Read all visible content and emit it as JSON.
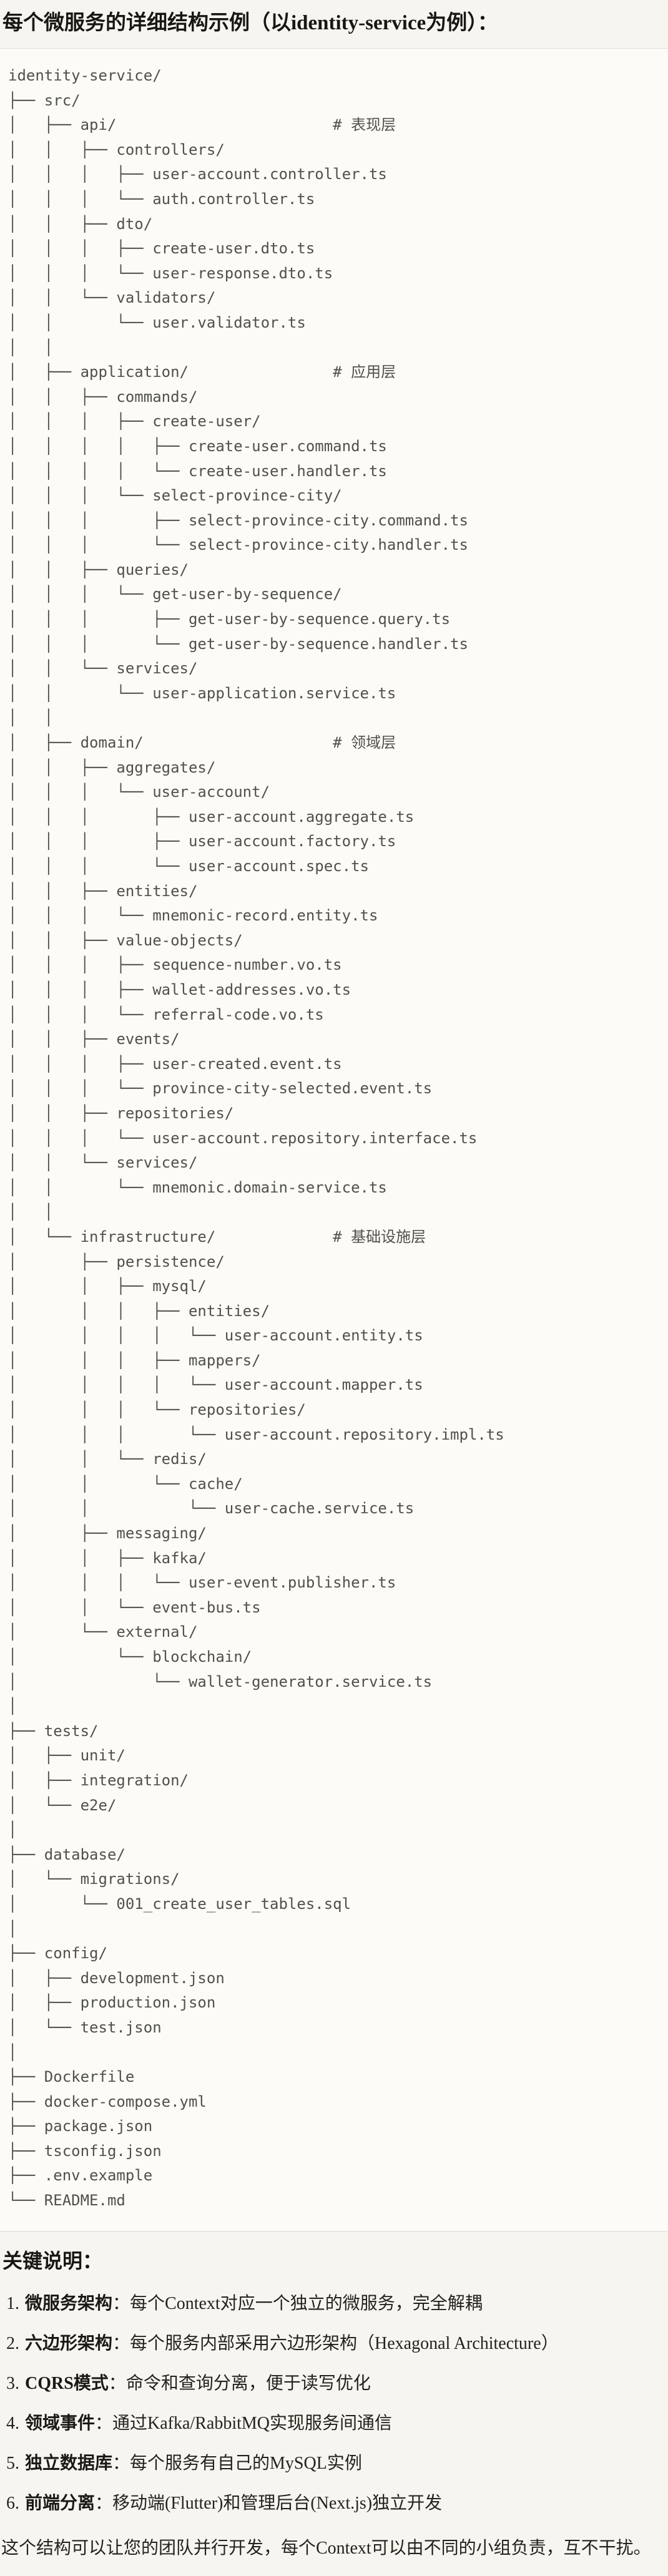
{
  "title": "每个微服务的详细结构示例（以identity-service为例）：",
  "code_block": {
    "tree_lines": [
      "identity-service/",
      "├── src/",
      "│   ├── api/                        # 表现层",
      "│   │   ├── controllers/",
      "│   │   │   ├── user-account.controller.ts",
      "│   │   │   └── auth.controller.ts",
      "│   │   ├── dto/",
      "│   │   │   ├── create-user.dto.ts",
      "│   │   │   └── user-response.dto.ts",
      "│   │   └── validators/",
      "│   │       └── user.validator.ts",
      "│   │",
      "│   ├── application/                # 应用层",
      "│   │   ├── commands/",
      "│   │   │   ├── create-user/",
      "│   │   │   │   ├── create-user.command.ts",
      "│   │   │   │   └── create-user.handler.ts",
      "│   │   │   └── select-province-city/",
      "│   │   │       ├── select-province-city.command.ts",
      "│   │   │       └── select-province-city.handler.ts",
      "│   │   ├── queries/",
      "│   │   │   └── get-user-by-sequence/",
      "│   │   │       ├── get-user-by-sequence.query.ts",
      "│   │   │       └── get-user-by-sequence.handler.ts",
      "│   │   └── services/",
      "│   │       └── user-application.service.ts",
      "│   │",
      "│   ├── domain/                     # 领域层",
      "│   │   ├── aggregates/",
      "│   │   │   └── user-account/",
      "│   │   │       ├── user-account.aggregate.ts",
      "│   │   │       ├── user-account.factory.ts",
      "│   │   │       └── user-account.spec.ts",
      "│   │   ├── entities/",
      "│   │   │   └── mnemonic-record.entity.ts",
      "│   │   ├── value-objects/",
      "│   │   │   ├── sequence-number.vo.ts",
      "│   │   │   ├── wallet-addresses.vo.ts",
      "│   │   │   └── referral-code.vo.ts",
      "│   │   ├── events/",
      "│   │   │   ├── user-created.event.ts",
      "│   │   │   └── province-city-selected.event.ts",
      "│   │   ├── repositories/",
      "│   │   │   └── user-account.repository.interface.ts",
      "│   │   └── services/",
      "│   │       └── mnemonic.domain-service.ts",
      "│   │",
      "│   └── infrastructure/             # 基础设施层",
      "│       ├── persistence/",
      "│       │   ├── mysql/",
      "│       │   │   ├── entities/",
      "│       │   │   │   └── user-account.entity.ts",
      "│       │   │   ├── mappers/",
      "│       │   │   │   └── user-account.mapper.ts",
      "│       │   │   └── repositories/",
      "│       │   │       └── user-account.repository.impl.ts",
      "│       │   └── redis/",
      "│       │       └── cache/",
      "│       │           └── user-cache.service.ts",
      "│       ├── messaging/",
      "│       │   ├── kafka/",
      "│       │   │   └── user-event.publisher.ts",
      "│       │   └── event-bus.ts",
      "│       └── external/",
      "│           └── blockchain/",
      "│               └── wallet-generator.service.ts",
      "│",
      "├── tests/",
      "│   ├── unit/",
      "│   ├── integration/",
      "│   └── e2e/",
      "│",
      "├── database/",
      "│   └── migrations/",
      "│       └── 001_create_user_tables.sql",
      "│",
      "├── config/",
      "│   ├── development.json",
      "│   ├── production.json",
      "│   └── test.json",
      "│",
      "├── Dockerfile",
      "├── docker-compose.yml",
      "├── package.json",
      "├── tsconfig.json",
      "├── .env.example",
      "└── README.md"
    ]
  },
  "notes": {
    "heading": "关键说明：",
    "items": [
      {
        "num": "1.",
        "label": "微服务架构",
        "sep": "：",
        "text": "每个Context对应一个独立的微服务，完全解耦"
      },
      {
        "num": "2.",
        "label": "六边形架构",
        "sep": "：",
        "text": "每个服务内部采用六边形架构（Hexagonal Architecture）"
      },
      {
        "num": "3.",
        "label": "CQRS模式",
        "sep": "：",
        "text": "命令和查询分离，便于读写优化"
      },
      {
        "num": "4.",
        "label": "领域事件",
        "sep": "：",
        "text": "通过Kafka/RabbitMQ实现服务间通信"
      },
      {
        "num": "5.",
        "label": "独立数据库",
        "sep": "：",
        "text": "每个服务有自己的MySQL实例"
      },
      {
        "num": "6.",
        "label": "前端分离",
        "sep": "：",
        "text": "移动端(Flutter)和管理后台(Next.js)独立开发"
      }
    ],
    "footer": "这个结构可以让您的团队并行开发，每个Context可以由不同的小组负责，互不干扰。"
  },
  "colors": {
    "page_bg": "#F7F5EF",
    "code_block_bg": "#FCFBF7",
    "code_block_border": "#DFDDD6",
    "code_text": "#51504A",
    "heading_text": "#181712",
    "body_text": "#24221C"
  }
}
